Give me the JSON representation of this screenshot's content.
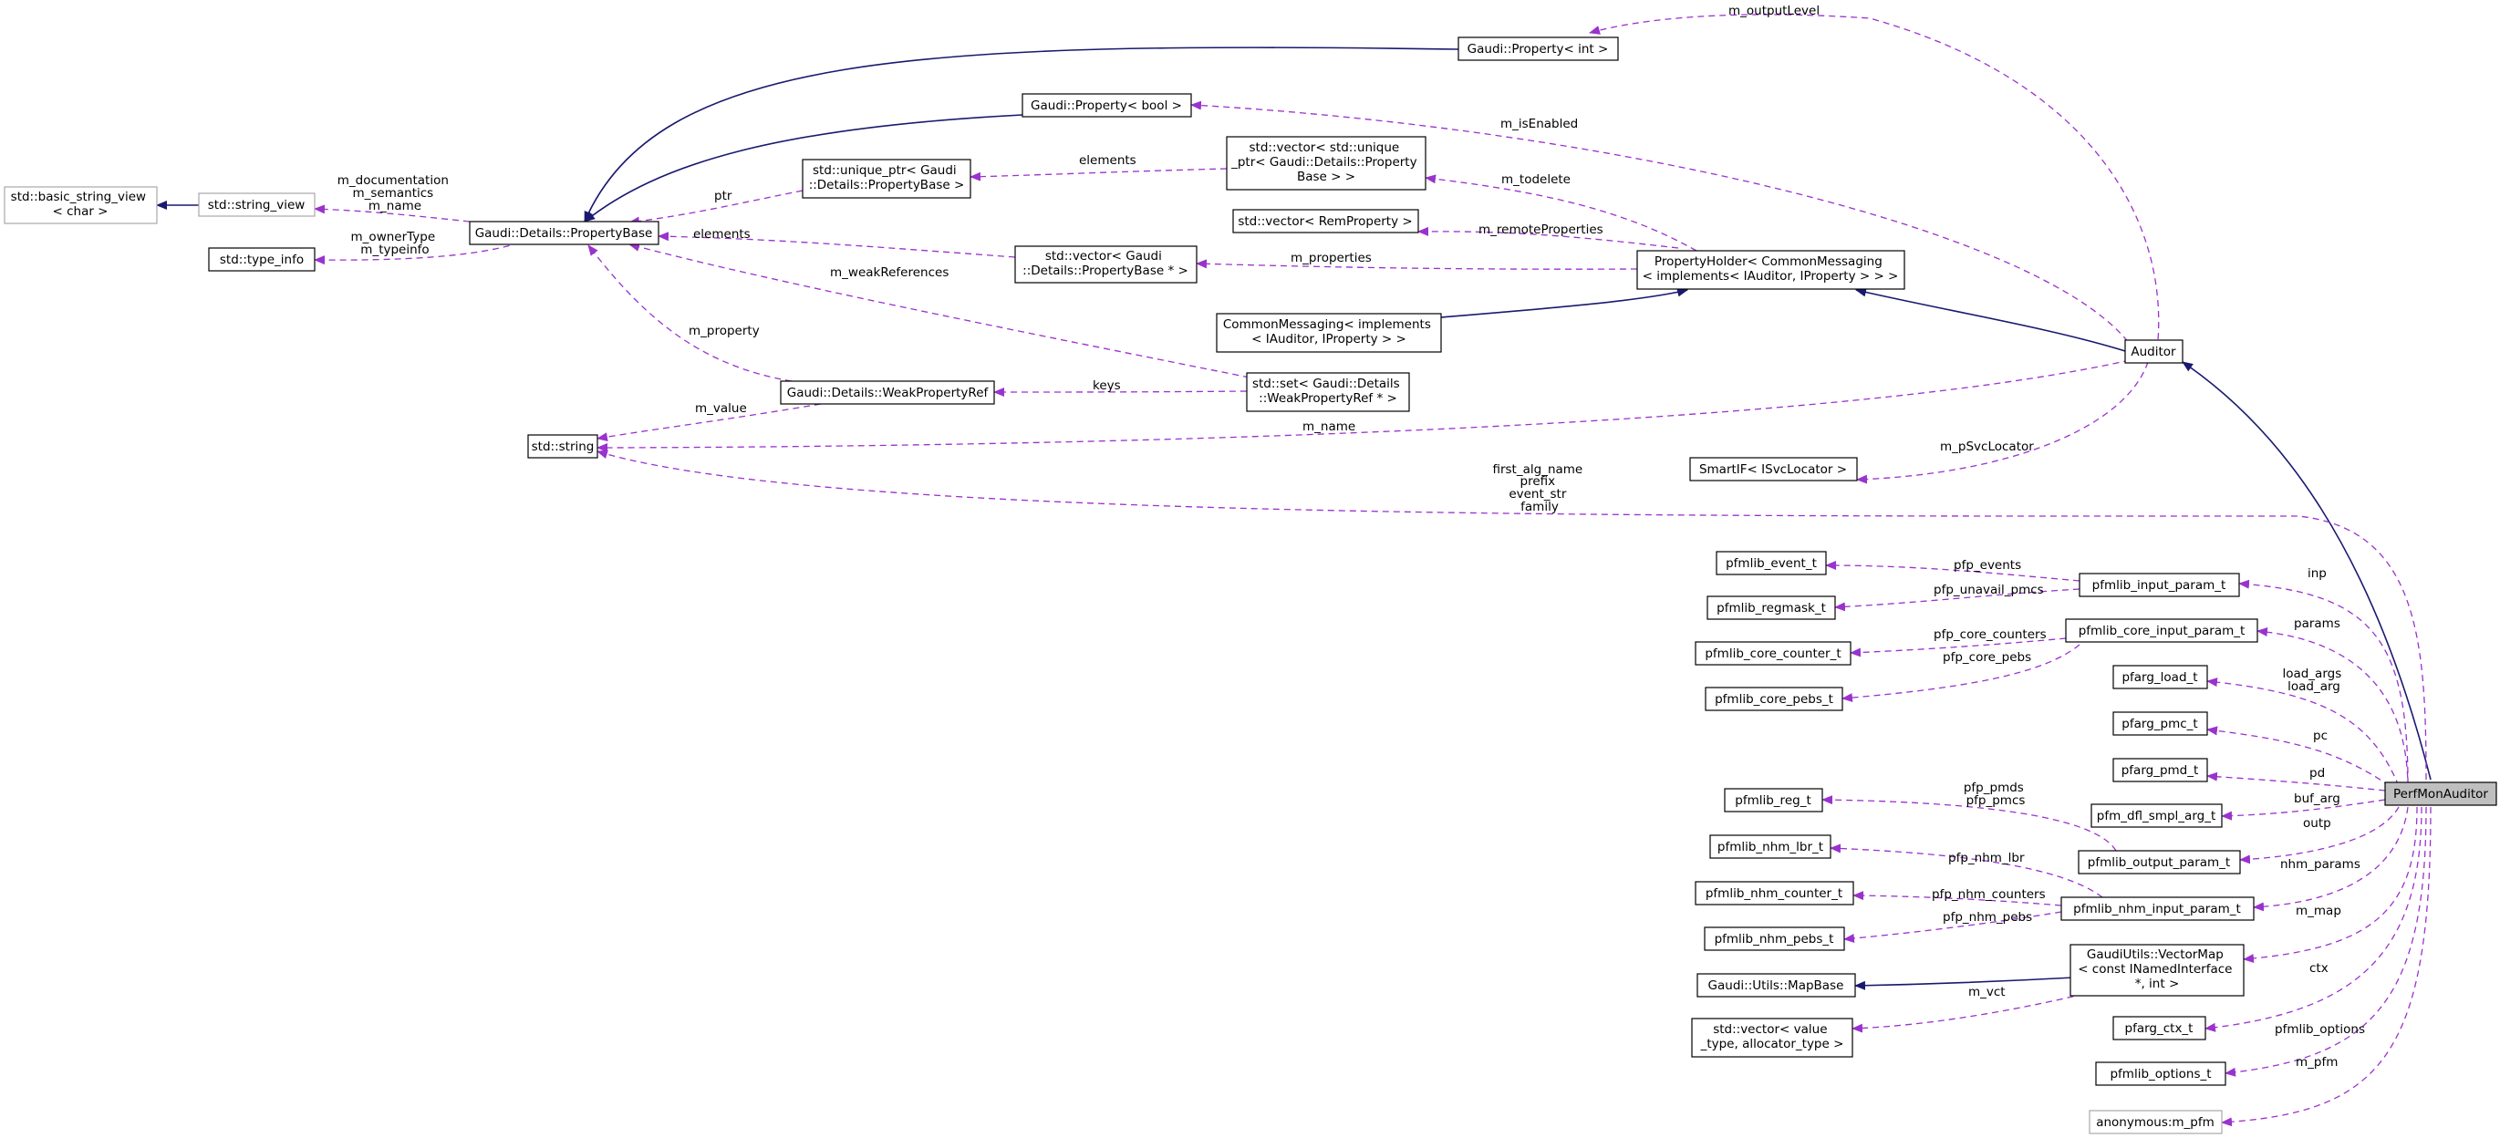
{
  "colors": {
    "inheritance_edge": "#191970",
    "usage_edge": "#9a32cd",
    "focus_node_fill": "#bfbfbf",
    "undocumented_border": "#a8a8a8"
  },
  "nodes": {
    "property_int": "Gaudi::Property< int >",
    "property_bool": "Gaudi::Property< bool >",
    "string_view_char": [
      "std::basic_string_view",
      "< char >"
    ],
    "string_view": "std::string_view",
    "type_info": "std::type_info",
    "property_base": "Gaudi::Details::PropertyBase",
    "unique_ptr": [
      "std::unique_ptr< Gaudi",
      "::Details::PropertyBase >"
    ],
    "vector_unique_ptr": [
      "std::vector< std::unique",
      "_ptr< Gaudi::Details::Property",
      "Base > >"
    ],
    "vector_rem": "std::vector< RemProperty >",
    "vector_propbase": [
      "std::vector< Gaudi",
      "::Details::PropertyBase * >"
    ],
    "property_holder": [
      "PropertyHolder< CommonMessaging",
      "< implements< IAuditor, IProperty > > >"
    ],
    "common_messaging": [
      "CommonMessaging< implements",
      "< IAuditor, IProperty > >"
    ],
    "auditor": "Auditor",
    "weak_property_ref": "Gaudi::Details::WeakPropertyRef",
    "set_weak": [
      "std::set< Gaudi::Details",
      "::WeakPropertyRef * >"
    ],
    "std_string": "std::string",
    "smart_if": "SmartIF< ISvcLocator >",
    "pfmlib_event_t": "pfmlib_event_t",
    "pfmlib_regmask_t": "pfmlib_regmask_t",
    "pfmlib_input_param_t": "pfmlib_input_param_t",
    "pfmlib_core_counter_t": "pfmlib_core_counter_t",
    "pfmlib_core_pebs_t": "pfmlib_core_pebs_t",
    "pfmlib_core_input_param_t": "pfmlib_core_input_param_t",
    "pfarg_load_t": "pfarg_load_t",
    "pfarg_pmc_t": "pfarg_pmc_t",
    "pfarg_pmd_t": "pfarg_pmd_t",
    "pfm_dfl_smpl_arg_t": "pfm_dfl_smpl_arg_t",
    "pfmlib_reg_t": "pfmlib_reg_t",
    "pfmlib_output_param_t": "pfmlib_output_param_t",
    "pfmlib_nhm_lbr_t": "pfmlib_nhm_lbr_t",
    "pfmlib_nhm_counter_t": "pfmlib_nhm_counter_t",
    "pfmlib_nhm_pebs_t": "pfmlib_nhm_pebs_t",
    "pfmlib_nhm_input_param_t": "pfmlib_nhm_input_param_t",
    "map_base": "Gaudi::Utils::MapBase",
    "vector_map": [
      "GaudiUtils::VectorMap",
      "< const INamedInterface",
      "*, int >"
    ],
    "vector_value": [
      "std::vector< value",
      "_type, allocator_type >"
    ],
    "pfarg_ctx_t": "pfarg_ctx_t",
    "pfmlib_options_t": "pfmlib_options_t",
    "anon_pfm": "anonymous:m_pfm",
    "perf_mon_auditor": "PerfMonAuditor"
  },
  "edge_labels": {
    "m_outputLevel": "m_outputLevel",
    "m_isEnabled": "m_isEnabled",
    "elements_unique": "elements",
    "m_todelete": "m_todelete",
    "m_documentation": [
      "m_documentation",
      "m_semantics",
      "m_name"
    ],
    "ptr": "ptr",
    "m_remoteProperties": "m_remoteProperties",
    "m_ownerType": [
      "m_ownerType",
      "m_typeinfo"
    ],
    "elements_vec": "elements",
    "m_properties": "m_properties",
    "m_weakReferences": "m_weakReferences",
    "m_property": "m_property",
    "keys": "keys",
    "m_value": "m_value",
    "m_name": "m_name",
    "m_pSvcLocator": "m_pSvcLocator",
    "first_alg_name": [
      "first_alg_name",
      "prefix",
      "event_str",
      "family"
    ],
    "pfp_events": "pfp_events",
    "pfp_unavail_pmcs": "pfp_unavail_pmcs",
    "inp": "inp",
    "pfp_core_counters": "pfp_core_counters",
    "params": "params",
    "pfp_core_pebs": "pfp_core_pebs",
    "load_args": [
      "load_args",
      "load_arg"
    ],
    "pc": "pc",
    "pd": "pd",
    "buf_arg": "buf_arg",
    "pfp_pmds": [
      "pfp_pmds",
      "pfp_pmcs"
    ],
    "outp": "outp",
    "pfp_nhm_lbr": "pfp_nhm_lbr",
    "nhm_params": "nhm_params",
    "pfp_nhm_counters": "pfp_nhm_counters",
    "pfp_nhm_pebs": "pfp_nhm_pebs",
    "m_map": "m_map",
    "m_vct": "m_vct",
    "ctx": "ctx",
    "pfmlib_options": "pfmlib_options",
    "m_pfm": "m_pfm"
  }
}
